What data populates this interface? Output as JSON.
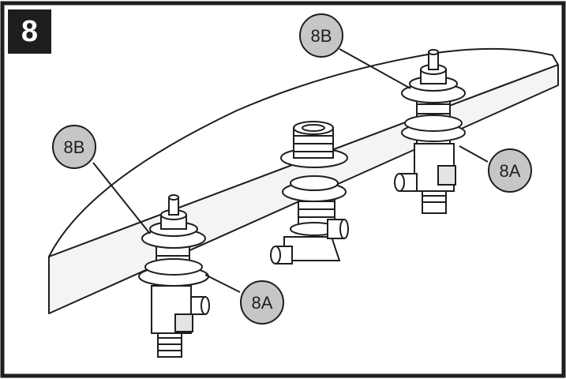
{
  "step": {
    "number": "8"
  },
  "callouts": [
    {
      "id": "top-right",
      "label": "8B"
    },
    {
      "id": "left",
      "label": "8B"
    },
    {
      "id": "right",
      "label": "8A"
    },
    {
      "id": "bottom",
      "label": "8A"
    }
  ],
  "colors": {
    "ink": "#1e1e1e",
    "callout_fill": "#c6c6c6",
    "deck_edge": "#f4f4f4"
  }
}
